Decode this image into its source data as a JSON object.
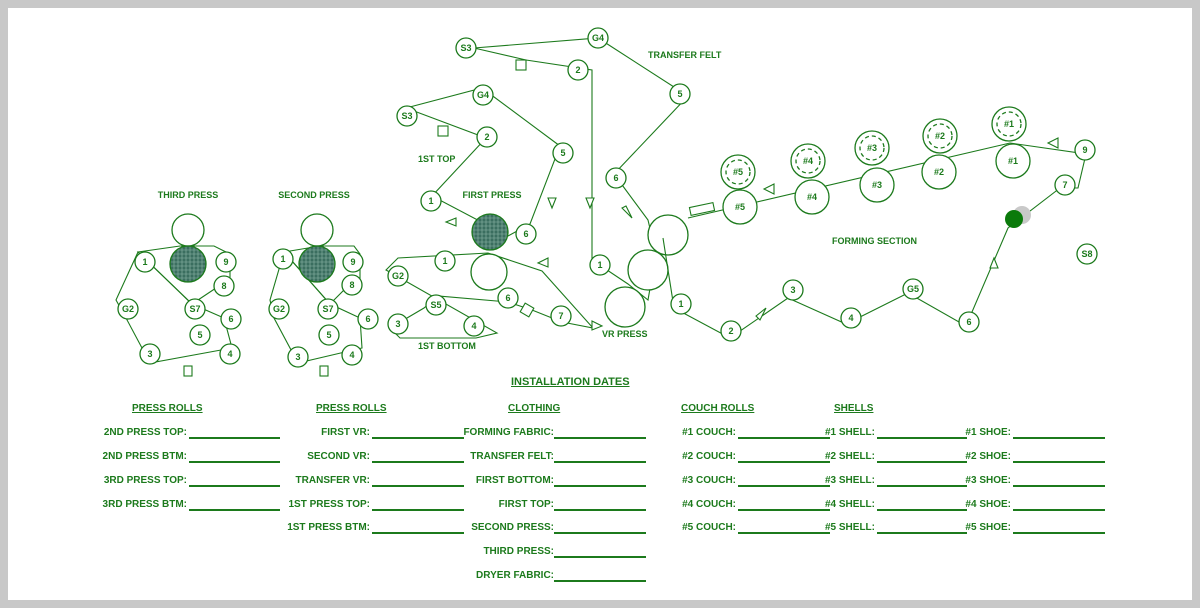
{
  "colors": {
    "line": "#1c7a1c",
    "press_roll_fill": "#3a6e5f",
    "forming_dot": "#0b7a0b",
    "frame": "#c8c8c8"
  },
  "section_labels": {
    "third_press": "THIRD PRESS",
    "second_press": "SECOND PRESS",
    "first_press": "FIRST PRESS",
    "first_top": "1ST TOP",
    "first_bottom": "1ST BOTTOM",
    "transfer_felt": "TRANSFER FELT",
    "vr_press": "VR PRESS",
    "forming_section": "FORMING SECTION"
  },
  "roll_labels": {
    "third": [
      "1",
      "9",
      "8",
      "G2",
      "S7",
      "6",
      "5",
      "3",
      "4"
    ],
    "second": [
      "1",
      "9",
      "8",
      "G2",
      "S7",
      "6",
      "5",
      "3",
      "4"
    ],
    "first_top": [
      "S3",
      "G4",
      "2",
      "5",
      "1"
    ],
    "first_bottom": [
      "G2",
      "1",
      "S5",
      "6",
      "3",
      "4",
      "7"
    ],
    "transfer": [
      "S3",
      "G4",
      "2",
      "5",
      "6",
      "1"
    ],
    "forming": [
      "1",
      "2",
      "3",
      "4",
      "G5",
      "6",
      "7",
      "9",
      "S8"
    ],
    "couch_top": [
      "#5",
      "#4",
      "#3",
      "#2",
      "#1"
    ],
    "couch_bottom": [
      "#5",
      "#4",
      "#3",
      "#2",
      "#1"
    ]
  },
  "installation": {
    "title": "INSTALLATION DATES",
    "columns": [
      {
        "header": "PRESS ROLLS",
        "fields": [
          "2ND PRESS TOP:",
          "2ND PRESS BTM:",
          "3RD PRESS TOP:",
          "3RD PRESS BTM:"
        ]
      },
      {
        "header": "PRESS ROLLS",
        "fields": [
          "FIRST VR:",
          "SECOND VR:",
          "TRANSFER VR:",
          "1ST PRESS TOP:",
          "1ST PRESS BTM:"
        ]
      },
      {
        "header": "CLOTHING",
        "fields": [
          "FORMING FABRIC:",
          "TRANSFER FELT:",
          "FIRST BOTTOM:",
          "FIRST TOP:",
          "SECOND PRESS:",
          "THIRD PRESS:",
          "DRYER FABRIC:"
        ]
      },
      {
        "header": "COUCH ROLLS",
        "fields": [
          "#1 COUCH:",
          "#2 COUCH:",
          "#3 COUCH:",
          "#4 COUCH:",
          "#5 COUCH:"
        ]
      },
      {
        "header": "SHELLS",
        "fields": [
          "#1 SHELL:",
          "#2 SHELL:",
          "#3 SHELL:",
          "#4 SHELL:",
          "#5 SHELL:"
        ]
      },
      {
        "header": "",
        "fields": [
          "#1 SHOE:",
          "#2 SHOE:",
          "#3 SHOE:",
          "#4 SHOE:",
          "#5 SHOE:"
        ]
      }
    ]
  }
}
